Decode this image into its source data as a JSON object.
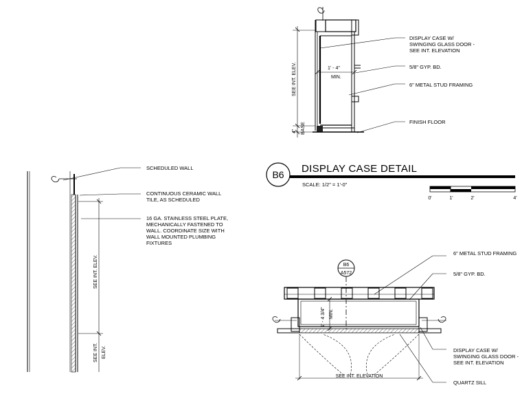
{
  "title_block": {
    "tag": "B6",
    "title": "DISPLAY CASE DETAIL",
    "scale": "SCALE:  1/2\" = 1'-0\"",
    "scale_ticks": [
      "0'",
      "1'",
      "2'",
      "4'"
    ]
  },
  "top_section": {
    "notes": [
      {
        "lines": [
          "DISPLAY CASE W/",
          "SWINGING GLASS DOOR -",
          "SEE INT. ELEVATION"
        ]
      },
      {
        "lines": [
          "5/8\" GYP. BD."
        ]
      },
      {
        "lines": [
          "6\" METAL STUD FRAMING"
        ]
      },
      {
        "lines": [
          "FINISH FLOOR"
        ]
      }
    ],
    "dim_depth": "1' - 4\"",
    "dim_min": "MIN.",
    "dim_height": "SEE INT. ELEV.",
    "dim_base_value": "4\"",
    "dim_base_label": "BASE"
  },
  "left_section": {
    "notes": [
      {
        "lines": [
          "SCHEDULED WALL"
        ]
      },
      {
        "lines": [
          "CONTINUOUS CERAMIC WALL",
          "TILE, AS SCHEDULED"
        ]
      },
      {
        "lines": [
          "16 GA. STAINLESS STEEL PLATE,",
          "MECHANICALLY FASTENED TO",
          "WALL. COORDINATE SIZE WITH",
          "WALL MOUNTED PLUMBING",
          "FIXTURES"
        ]
      }
    ],
    "dim_upper": "SEE INT. ELEV.",
    "dim_lower_1": "SEE INT.",
    "dim_lower_2": "ELEV."
  },
  "plan_section": {
    "callout_tag": "B6",
    "callout_sheet": "A572",
    "notes": [
      {
        "lines": [
          "6\" METAL STUD FRAMING"
        ]
      },
      {
        "lines": [
          "5/8\" GYP. BD."
        ]
      },
      {
        "lines": [
          "DISPLAY CASE W/",
          "SWINGING GLASS DOOR -",
          "SEE INT. ELEVATION"
        ]
      },
      {
        "lines": [
          "QUARTZ SILL"
        ]
      }
    ],
    "dim_depth": "1' - 4 3/4\"",
    "dim_min": "MIN.",
    "dim_width": "SEE INT. ELEVATION"
  }
}
